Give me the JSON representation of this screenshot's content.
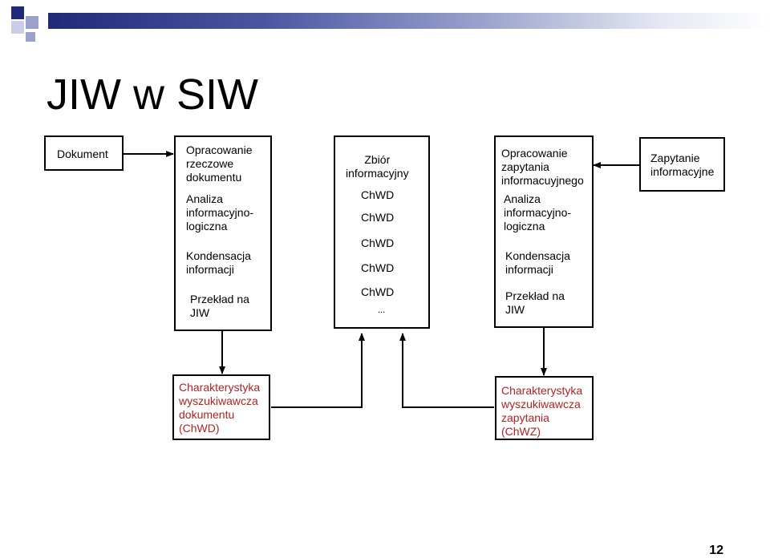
{
  "slide": {
    "title": "JIW w SIW",
    "page_number": "12"
  },
  "diagram": {
    "document_box": "Dokument",
    "doc_processing": {
      "step1": "Opracowanie\nrzeczowe\ndokumentu",
      "step2": "Analiza\ninformacyjno-\nlogiczna",
      "step3": "Kondensacja\ninformacji",
      "step4": "Przekład na\nJIW"
    },
    "collection": {
      "title": "Zbiór\ninformacyjny",
      "items": [
        "ChWD",
        "ChWD",
        "ChWD",
        "ChWD",
        "ChWD",
        "..."
      ]
    },
    "query_processing": {
      "step1": "Opracowanie\nzapytania\ninformacuyjnego",
      "step2": "Analiza\ninformacyjno-\nlogiczna",
      "step3": "Kondensacja\ninformacji",
      "step4": "Przekład na\nJIW"
    },
    "query_box": "Zapytanie\ninformacyjne",
    "doc_characteristic": "Charakterystyka\nwyszukiwawcza\ndokumentu\n(ChWD)",
    "query_characteristic": "Charakterystyka\nwyszukiwawcza\nzapytania\n(ChWZ)",
    "colors": {
      "accent_text": "#b22222",
      "header_bar": "#1f2a78"
    }
  }
}
